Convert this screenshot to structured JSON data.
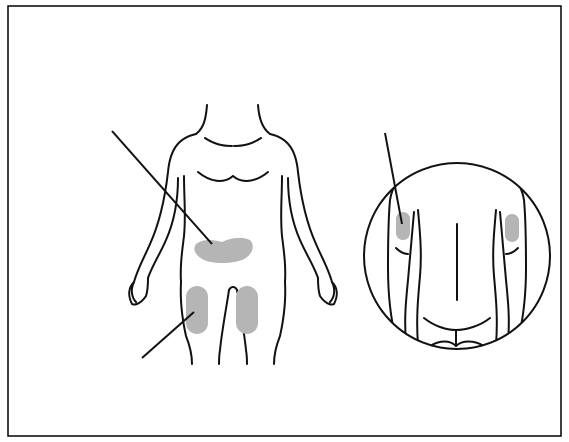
{
  "figure": {
    "border_color": "#000000",
    "line_color": "#111111",
    "region_color": "#b5b5b5",
    "panels": [
      {
        "id": "front",
        "highlighted_regions": [
          "abdomen",
          "left-thigh",
          "right-thigh"
        ]
      },
      {
        "id": "back",
        "highlighted_regions": [
          "left-upper-arm",
          "right-upper-arm"
        ]
      }
    ],
    "pointer_lines": 3
  }
}
